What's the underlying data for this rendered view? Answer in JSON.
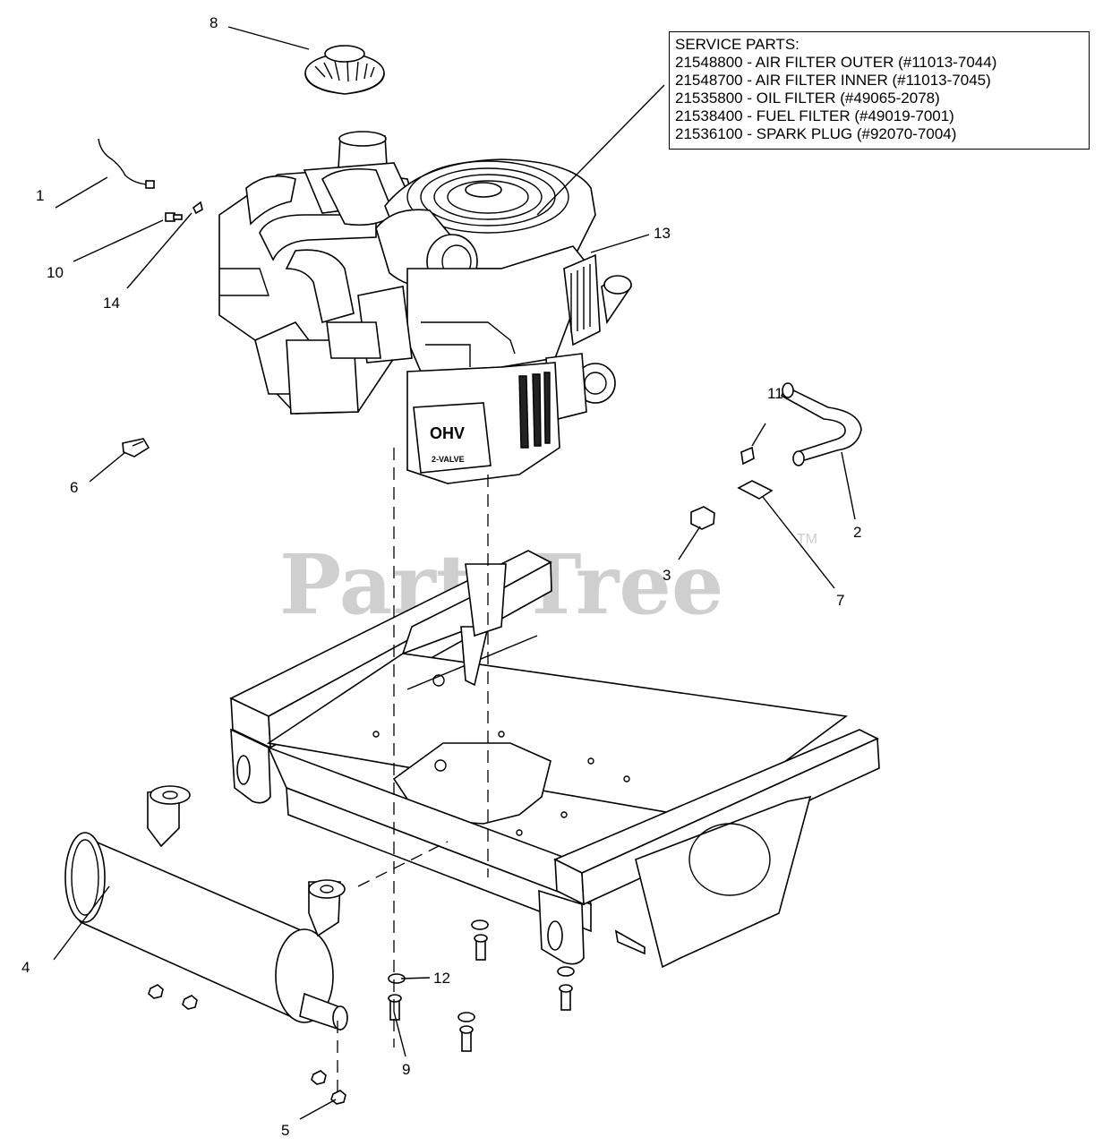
{
  "service_parts": {
    "title": "SERVICE PARTS:",
    "items": [
      "21548800 - AIR FILTER OUTER (#11013-7044)",
      "21548700 - AIR FILTER INNER (#11013-7045)",
      "21535800 - OIL FILTER (#49065-2078)",
      "21538400 - FUEL FILTER (#49019-7001)",
      "21536100 - SPARK PLUG (#92070-7004)"
    ]
  },
  "watermark": {
    "text": "PartsTree",
    "trademark": "TM"
  },
  "engine_labels": {
    "ohv": "OHV",
    "valve": "2-VALVE"
  },
  "callouts": {
    "c1": "1",
    "c2": "2",
    "c3": "3",
    "c4": "4",
    "c5": "5",
    "c6": "6",
    "c7": "7",
    "c8": "8",
    "c9": "9",
    "c10": "10",
    "c11": "11",
    "c12": "12",
    "c13": "13",
    "c14": "14"
  }
}
